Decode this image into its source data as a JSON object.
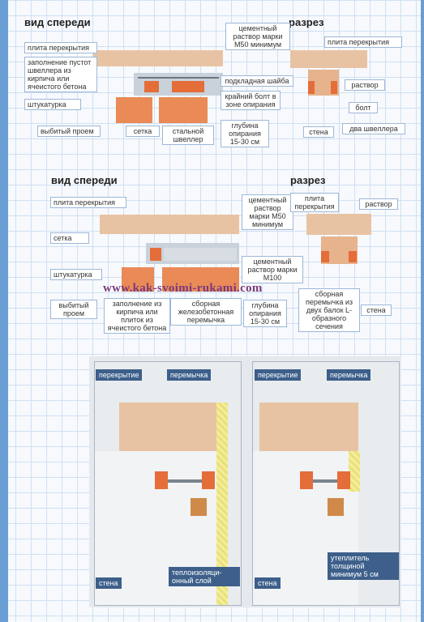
{
  "diagram1": {
    "front_title": "вид спереди",
    "section_title": "разрез",
    "labels": {
      "slab": "плита перекрытия",
      "fill": "заполнение пустот швеллера из кирпича или ячеистого бетона",
      "plaster": "штукатурка",
      "opening": "выбитый проем",
      "mesh": "сетка",
      "channel": "стальной швеллер",
      "cement": "цементный раствор марки М50 минимум",
      "washer": "подкладная шайба",
      "bolt_edge": "крайний болт в зоне опирания",
      "depth": "глубина опирания 15-30 см",
      "sec_slab": "плита перекрытия",
      "mortar": "раствор",
      "bolt": "болт",
      "wall": "стена",
      "two_channels": "два швеллера"
    }
  },
  "diagram2": {
    "front_title": "вид спереди",
    "section_title": "разрез",
    "labels": {
      "slab": "плита перекрытия",
      "mesh": "сетка",
      "plaster": "штукатурка",
      "opening": "выбитый проем",
      "fill": "заполнение из кирпича или плиток из ячеистого бетона",
      "precast": "сборная железобетонная перемычка",
      "depth": "глубина опирания 15-30 см",
      "cement1": "цементный раствор марки М50 минимум",
      "cement2": "цементный раствор марки М100",
      "sec_slab": "плита перекрытия",
      "mortar": "раствор",
      "beams": "сборная перемычка из двух балок L-образного сечения",
      "wall": "стена"
    }
  },
  "watermark": "www.kak-svoimi-rukami.com",
  "panels": [
    {
      "floor": "перекрытие",
      "lintel": "перемычка",
      "wall": "стена",
      "insul": "теплоизоляци-онный слой"
    },
    {
      "floor": "перекрытие",
      "lintel": "перемычка",
      "wall": "стена",
      "insul": "утеплитель толщиной минимум 5 см"
    }
  ]
}
